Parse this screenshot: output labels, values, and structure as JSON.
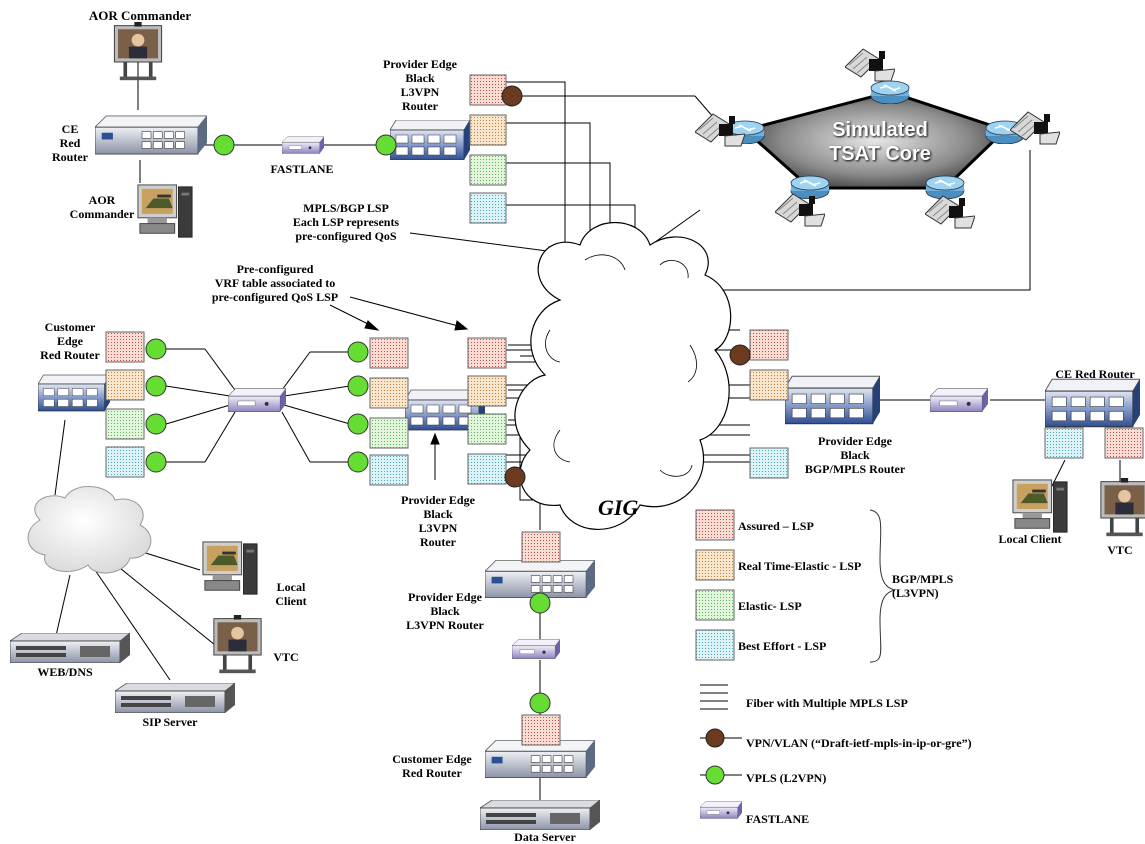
{
  "labels": {
    "aor_commander_top": "AOR Commander",
    "ce_red_router_left": "CE\nRed\nRouter",
    "aor_commander_bottom": "AOR\nCommander",
    "fastlane_top": "FASTLANE",
    "pe_black_l3vpn_top": "Provider Edge\nBlack\nL3VPN\nRouter",
    "mpls_bgp_lsp": "MPLS/BGP LSP\nEach LSP represents\npre-configured QoS",
    "vrf_table": "Pre-configured\nVRF table associated to\npre-configured QoS LSP",
    "customer_edge_red_router_left": "Customer\nEdge\nRed Router",
    "pe_black_l3vpn_center": "Provider Edge\nBlack\nL3VPN\nRouter",
    "pe_black_bgp_mpls": "Provider Edge\nBlack\nBGP/MPLS Router",
    "ce_red_router_right": "CE Red  Router",
    "local_client_right": "Local Client",
    "vtc_right": "VTC",
    "local_client_left": "Local\nClient",
    "vtc_left": "VTC",
    "web_dns": "WEB/DNS",
    "sip_server": "SIP Server",
    "pe_black_l3vpn_bottom": "Provider Edge\nBlack\nL3VPN Router",
    "customer_edge_red_router_bottom": "Customer Edge\nRed Router",
    "data_server": "Data Server",
    "gig": "GIG",
    "tsat_core": "Simulated\nTSAT Core"
  },
  "legend": {
    "assured": "Assured – LSP",
    "real_time_elastic": "Real Time-Elastic - LSP",
    "elastic": "Elastic- LSP",
    "best_effort": "Best Effort - LSP",
    "bgp_mpls": "BGP/MPLS\n(L3VPN)",
    "fiber": "Fiber with Multiple MPLS LSP",
    "vpn_vlan": "VPN/VLAN (“Draft-ietf-mpls-in-ip-or-gre”)",
    "vpls": "VPLS (L2VPN)",
    "fastlane": "FASTLANE"
  },
  "colors": {
    "assured": "#f6cfc4",
    "real_time_elastic": "#f5dcb8",
    "elastic": "#d4f0cc",
    "best_effort": "#cdeef3",
    "vpls_dot": "#66dd33",
    "vpn_dot": "#6b3a1f",
    "router_blue": "#3c5fa8",
    "fastlane_purple": "#a9a0d0"
  }
}
